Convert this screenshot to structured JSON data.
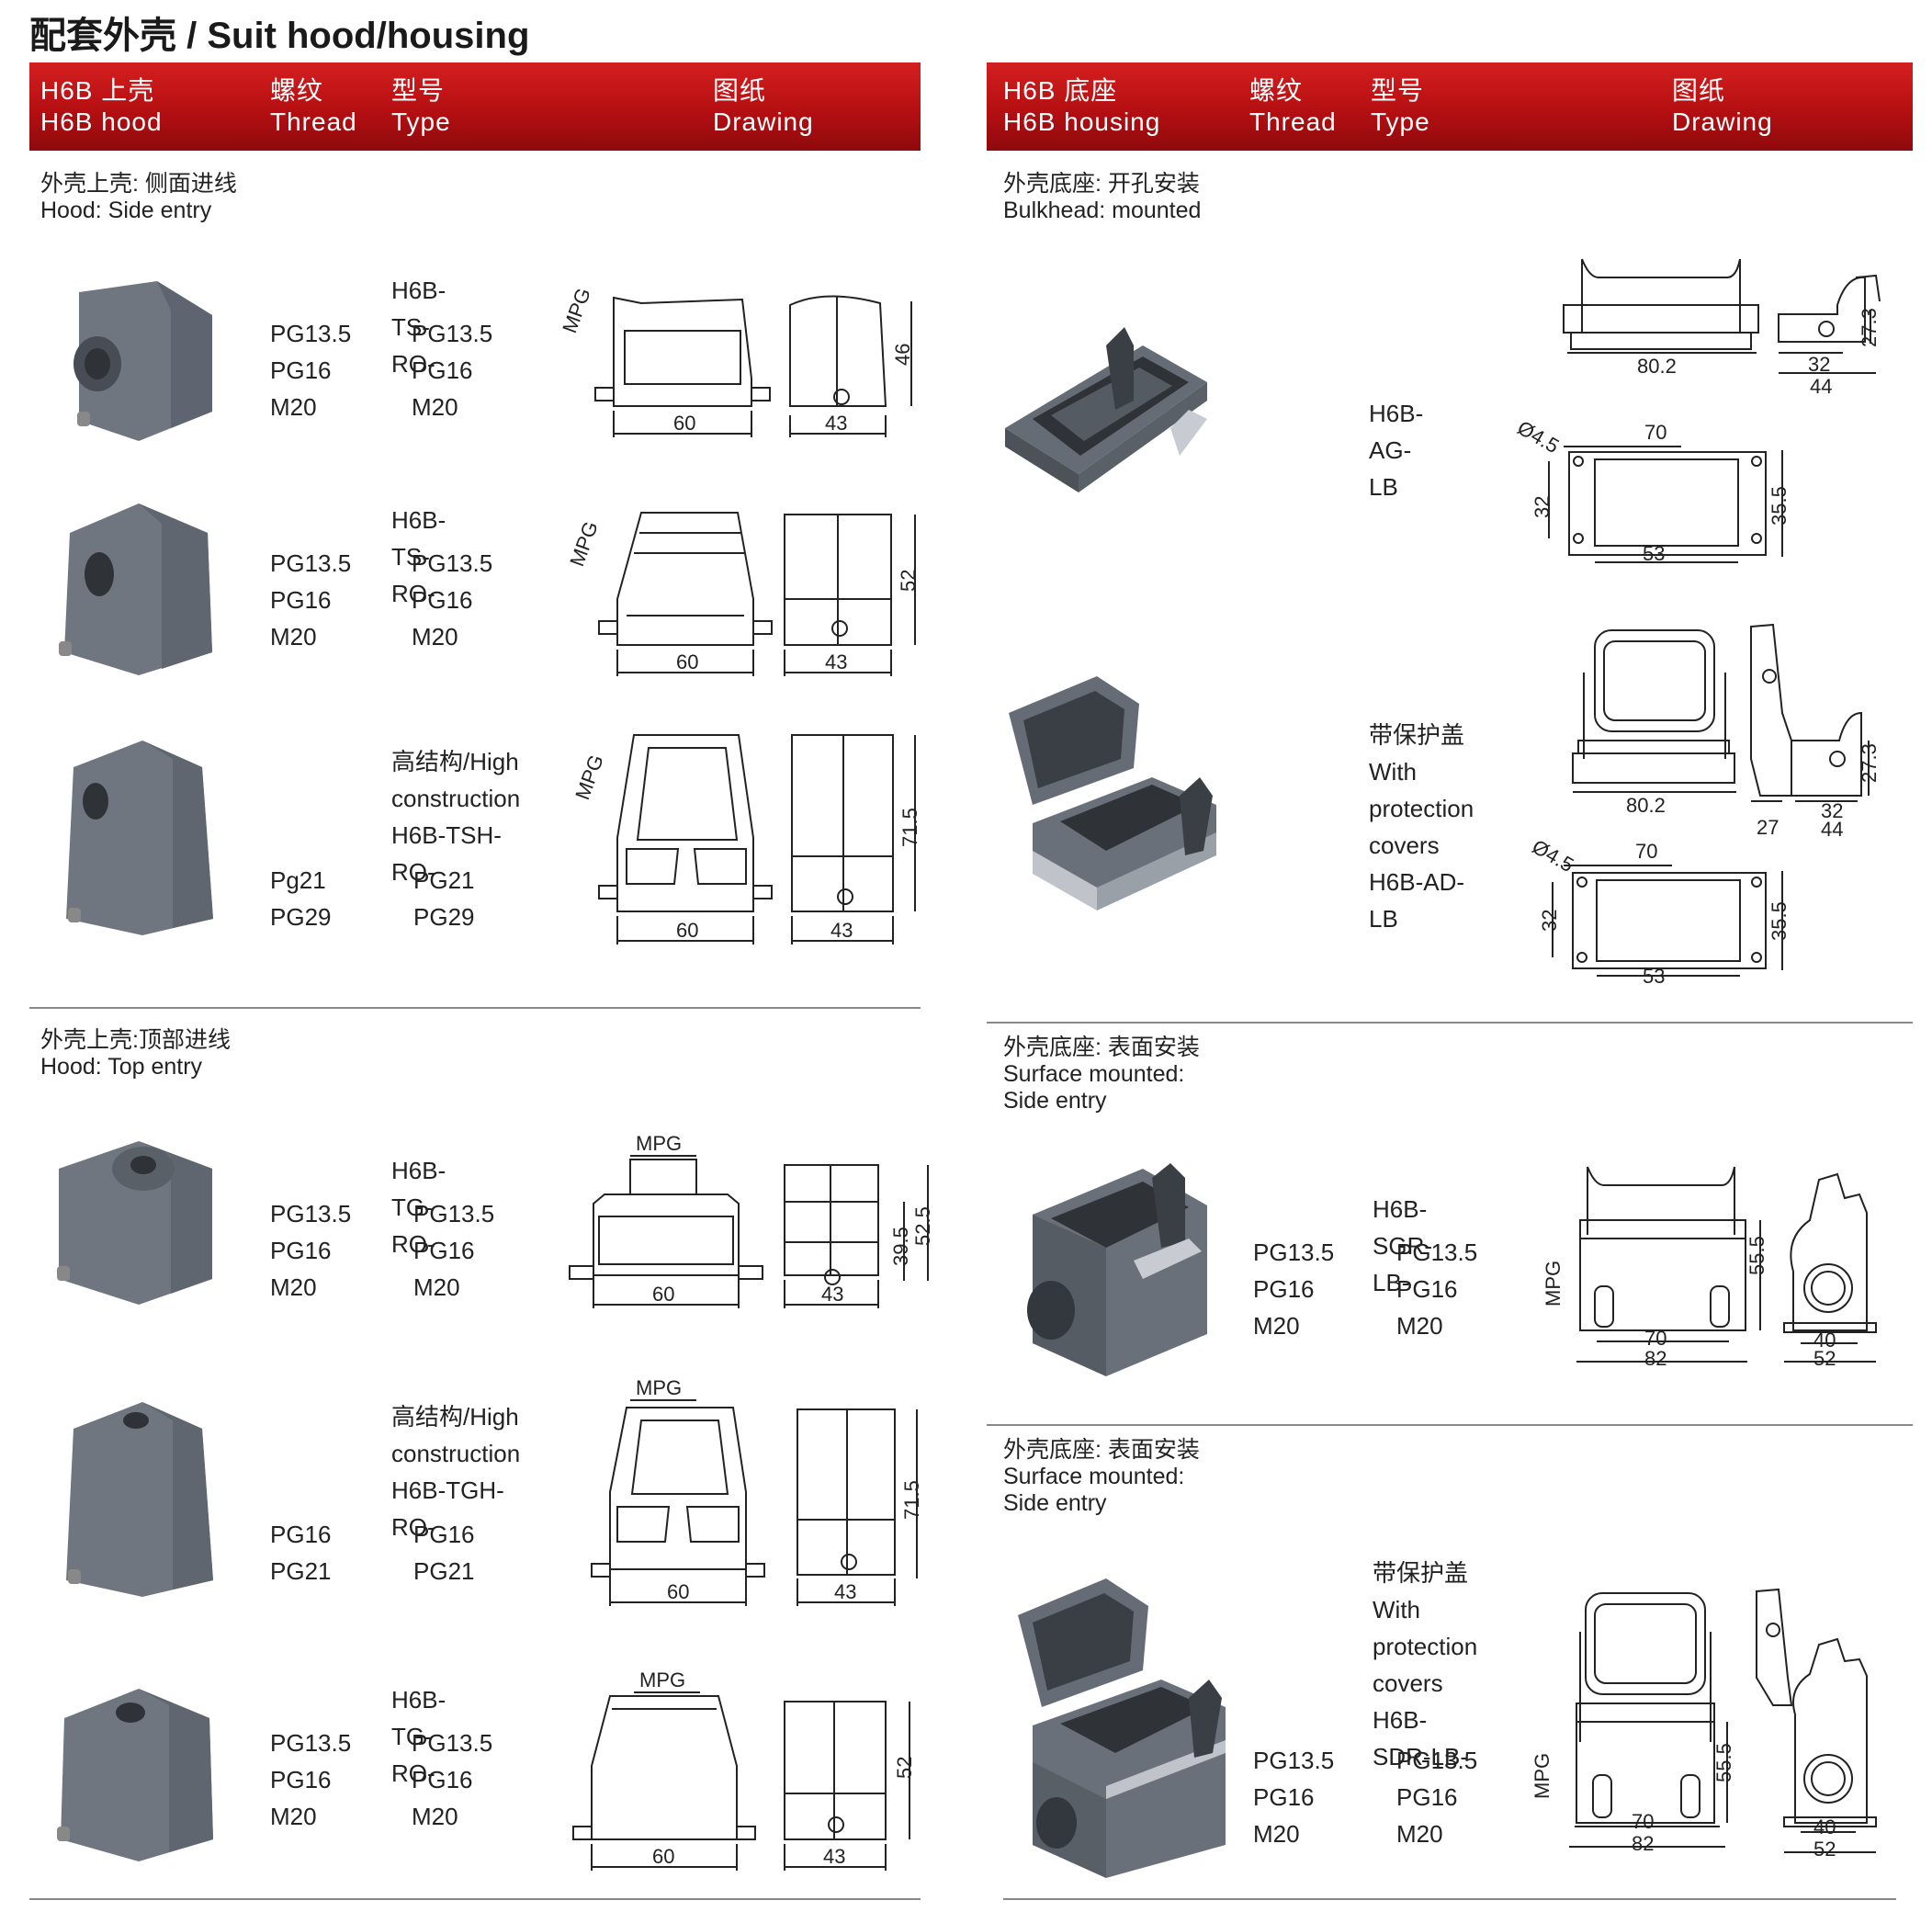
{
  "page_title": "配套外壳 / Suit hood/housing",
  "left_header": {
    "col1_zh": "H6B 上壳",
    "col1_en": "H6B hood",
    "col2_zh": "螺纹",
    "col2_en": "Thread",
    "col3_zh": "型号",
    "col3_en": "Type",
    "col4_zh": "图纸",
    "col4_en": "Drawing"
  },
  "right_header": {
    "col1_zh": "H6B 底座",
    "col1_en": "H6B housing",
    "col2_zh": "螺纹",
    "col2_en": "Thread",
    "col3_zh": "型号",
    "col3_en": "Type",
    "col4_zh": "图纸",
    "col4_en": "Drawing"
  },
  "side_entry_section": {
    "zh": "外壳上壳: 侧面进线",
    "en": "Hood: Side entry"
  },
  "top_entry_section": {
    "zh": "外壳上壳:顶部进线",
    "en": "Hood: Top entry"
  },
  "bulkhead_section": {
    "zh": "外壳底座: 开孔安装",
    "en": "Bulkhead: mounted"
  },
  "surface1_section": {
    "zh": "外壳底座: 表面安装",
    "en1": "Surface mounted:",
    "en2": "Side entry"
  },
  "surface2_section": {
    "zh": "外壳底座: 表面安装",
    "en1": "Surface mounted:",
    "en2": "Side entry"
  },
  "hoods": [
    {
      "type_lines": [
        "H6B-TS-RO-"
      ],
      "threads": [
        "PG13.5",
        "PG16",
        "M20"
      ],
      "types": [
        "PG13.5",
        "PG16",
        "M20"
      ],
      "dims": {
        "w": "60",
        "d": "43",
        "h": "46",
        "mpg": "MPG"
      }
    },
    {
      "type_lines": [
        "H6B-TS-RO-"
      ],
      "threads": [
        "PG13.5",
        "PG16",
        "M20"
      ],
      "types": [
        "PG13.5",
        "PG16",
        "M20"
      ],
      "dims": {
        "w": "60",
        "d": "43",
        "h": "52",
        "mpg": "MPG"
      }
    },
    {
      "type_lines": [
        "高结构/High",
        "construction",
        "H6B-TSH-RO-"
      ],
      "threads": [
        "Pg21",
        "PG29"
      ],
      "types": [
        "PG21",
        "PG29"
      ],
      "dims": {
        "w": "60",
        "d": "43",
        "h": "71.5",
        "mpg": "MPG"
      }
    },
    {
      "type_lines": [
        "H6B-TG-RO-"
      ],
      "threads": [
        "PG13.5",
        "PG16",
        "M20"
      ],
      "types": [
        "PG13.5",
        "PG16",
        "M20"
      ],
      "dims": {
        "w": "60",
        "d": "43",
        "h": "52.5",
        "h2": "39.5",
        "mpg": "MPG"
      }
    },
    {
      "type_lines": [
        "高结构/High",
        "construction",
        "H6B-TGH-RO-"
      ],
      "threads": [
        "PG16",
        "PG21"
      ],
      "types": [
        "PG16",
        "PG21"
      ],
      "dims": {
        "w": "60",
        "d": "43",
        "h": "71.5",
        "mpg": "MPG"
      }
    },
    {
      "type_lines": [
        "H6B-TG-RO-"
      ],
      "threads": [
        "PG13.5",
        "PG16",
        "M20"
      ],
      "types": [
        "PG13.5",
        "PG16",
        "M20"
      ],
      "dims": {
        "w": "60",
        "d": "43",
        "h": "52",
        "mpg": "MPG"
      }
    }
  ],
  "housings": [
    {
      "type_lines": [
        "H6B-AG-LB"
      ],
      "dims": {
        "a": "80.2",
        "b": "32",
        "c": "44",
        "h": "27.3",
        "hole": "Ø4.5",
        "w": "70",
        "w2": "53",
        "s": "32",
        "s2": "35.5"
      }
    },
    {
      "type_lines": [
        "带保护盖",
        "With",
        "protection",
        "covers",
        "H6B-AD-LB"
      ],
      "dims": {
        "a": "80.2",
        "b": "32",
        "c": "44",
        "e": "27",
        "h": "27.3",
        "hole": "Ø4.5",
        "w": "70",
        "w2": "53",
        "s": "32",
        "s2": "35.5"
      }
    },
    {
      "type_lines": [
        "H6B-SGR-LB-"
      ],
      "threads": [
        "PG13.5",
        "PG16",
        "M20"
      ],
      "types": [
        "PG13.5",
        "PG16",
        "M20"
      ],
      "dims": {
        "w": "70",
        "w2": "82",
        "h": "55.5",
        "d": "40",
        "d2": "52",
        "mpg": "MPG"
      }
    },
    {
      "type_lines": [
        "带保护盖",
        "With",
        "protection",
        "covers",
        "H6B-SDR-LB-"
      ],
      "threads": [
        "PG13.5",
        "PG16",
        "M20"
      ],
      "types": [
        "PG13.5",
        "PG16",
        "M20"
      ],
      "dims": {
        "w": "70",
        "w2": "82",
        "h": "55.5",
        "d": "40",
        "d2": "52",
        "mpg": "MPG"
      }
    }
  ]
}
